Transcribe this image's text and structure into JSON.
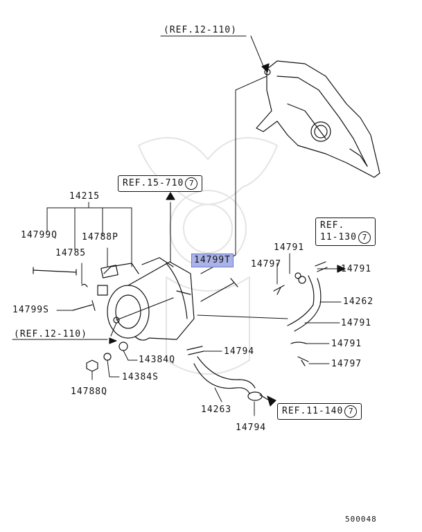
{
  "diagram": {
    "code": "500048",
    "refs": {
      "top": "(REF.12-110)",
      "left": "(REF.12-110)",
      "r15": {
        "text": "REF.15-710",
        "num": "7"
      },
      "r11_130": {
        "line1": "REF.",
        "line2": "11-130",
        "num": "7"
      },
      "r11_140": {
        "text": "REF.11-140",
        "num": "7"
      }
    },
    "parts": {
      "p14215": "14215",
      "p14799Q": "14799Q",
      "p14785": "14785",
      "p14788P": "14788P",
      "p14799S": "14799S",
      "p14799T": "14799T",
      "p14791_a": "14791",
      "p14797_a": "14797",
      "p14791_b": "14791",
      "p14262": "14262",
      "p14791_c": "14791",
      "p14791_d": "14791",
      "p14797_b": "14797",
      "p14794_a": "14794",
      "p14384Q": "14384Q",
      "p14384S": "14384S",
      "p14788Q": "14788Q",
      "p14263": "14263",
      "p14794_b": "14794"
    }
  }
}
